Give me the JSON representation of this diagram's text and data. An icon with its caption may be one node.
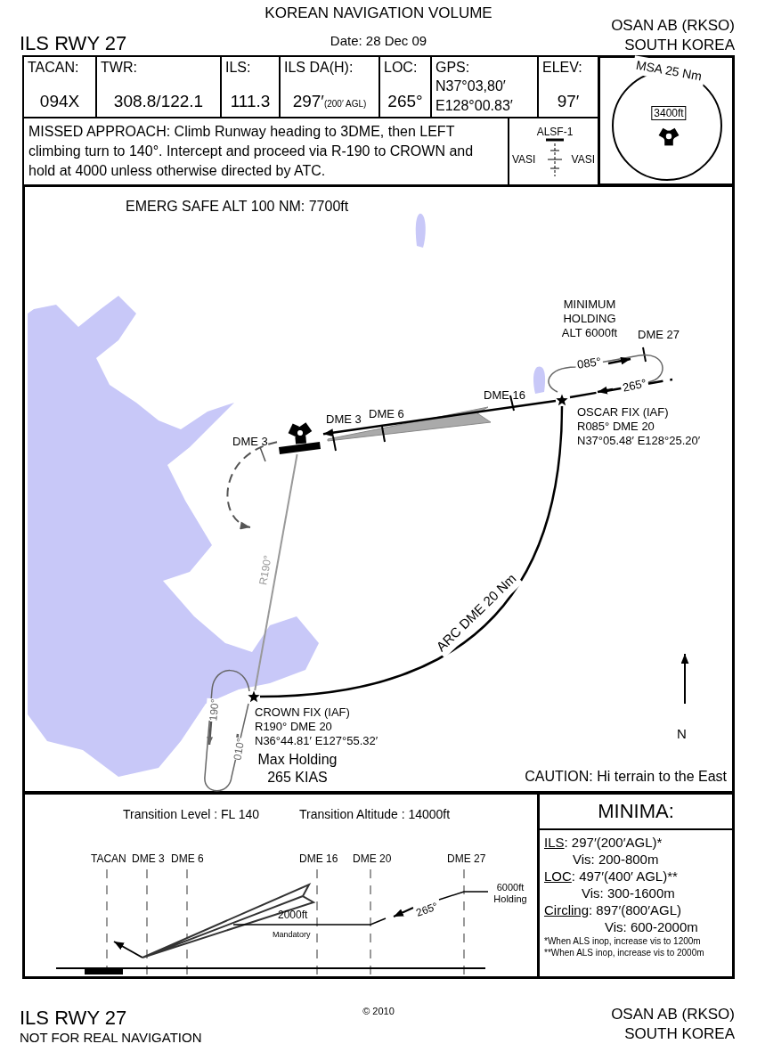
{
  "diagram": {
    "title": "KOREAN NAVIGATION VOLUME",
    "nodes": [
      {
        "text": [
          "TACAN:",
          "094X"
        ]
      },
      {
        "text": [
          "TWR:",
          "308.8/122.1"
        ]
      },
      {
        "text": [
          "ILS:",
          "111.3"
        ]
      },
      {
        "text": [
          "ILS DA(H):",
          "297′",
          "(200′ AGL)"
        ]
      },
      {
        "text": [
          "LOC:",
          "265°"
        ]
      },
      {
        "text": [
          "GPS:",
          "N37°03,80′ E128°00.83′"
        ]
      },
      {
        "text": [
          "ELEV:",
          "97′"
        ]
      },
      {
        "text": [
          "MSA 25 Nm",
          "3400ft"
        ]
      },
      {
        "text": [
          "MISSED APPROACH: Climb Runway heading to 3DME, then LEFT climbing turn to 140°. Intercept and proceed via R-190 to CROWN and hold at 4000 unless otherwise directed by ATC."
        ]
      },
      {
        "text": [
          "ALSF-1",
          "VASI",
          "VASI"
        ]
      },
      {
        "text": [
          "EMERG SAFE ALT 100 NM: 7700ft",
          "CAUTION: Hi terrain to the East"
        ]
      },
      {
        "text": [],
        "shape": "star",
        "in": 10,
        "beside": [
          "OSCAR FIX (IAF)",
          "R085° DME 20",
          "N37°05.48′ E128°25.20′"
        ]
      },
      {
        "text": [],
        "shape": "star",
        "in": 10,
        "beside": [
          "CROWN FIX (IAF)",
          "R190° DME 20",
          "N36°44.81′ E127°55.32′"
        ]
      },
      {
        "text": [],
        "shape": "picture",
        "in": 10
      },
      {
        "text": [
          "Transition Level : FL 140",
          "Transition Altitude : 14000ft"
        ]
      },
      {
        "text": [
          "MINIMA:",
          "ILS: 297′(200′AGL)*",
          "Vis: 200-800m",
          "LOC: 497′(400′ AGL)**",
          "Vis: 300-1600m",
          "Circling: 897′(800′AGL)",
          "Vis: 600-2000m",
          "*When ALS inop, increase vis to 1200m",
          "**When ALS inop, increase vis to 2000m"
        ]
      }
    ],
    "edges": [
      {
        "from": 11,
        "to": 13,
        "arrow": "to"
      },
      {
        "from": 12,
        "to": 11,
        "label": "ARC DME 20 Nm",
        "arrow": "none"
      },
      {
        "from": 13,
        "to": 12,
        "label": "R190°",
        "arrow": "none",
        "color": "#999999"
      },
      {
        "from": 13,
        "to": null,
        "arrow": "to",
        "style": "dashed",
        "color": "#555555"
      }
    ],
    "labels": [
      "ILS RWY 27",
      "Date: 28 Dec 09",
      "OSAN AB (RKSO)",
      "SOUTH KOREA",
      "MINIMUM HOLDING ALT 6000ft",
      "DME 27",
      "085°",
      "265°",
      "DME 16",
      "DME 6",
      "DME 3",
      "DME 3",
      "190°",
      "010°",
      "Max Holding 265 KIAS",
      "N",
      "TACAN",
      "DME 3",
      "DME 6",
      "DME 16",
      "DME 20",
      "DME 27",
      "6000ft Holding",
      "2000ft",
      "Mandatory",
      "265°",
      "ILS RWY 27",
      "© 2010",
      "NOT FOR REAL NAVIGATION",
      "OSAN AB (RKSO)",
      "SOUTH KOREA"
    ]
  }
}
